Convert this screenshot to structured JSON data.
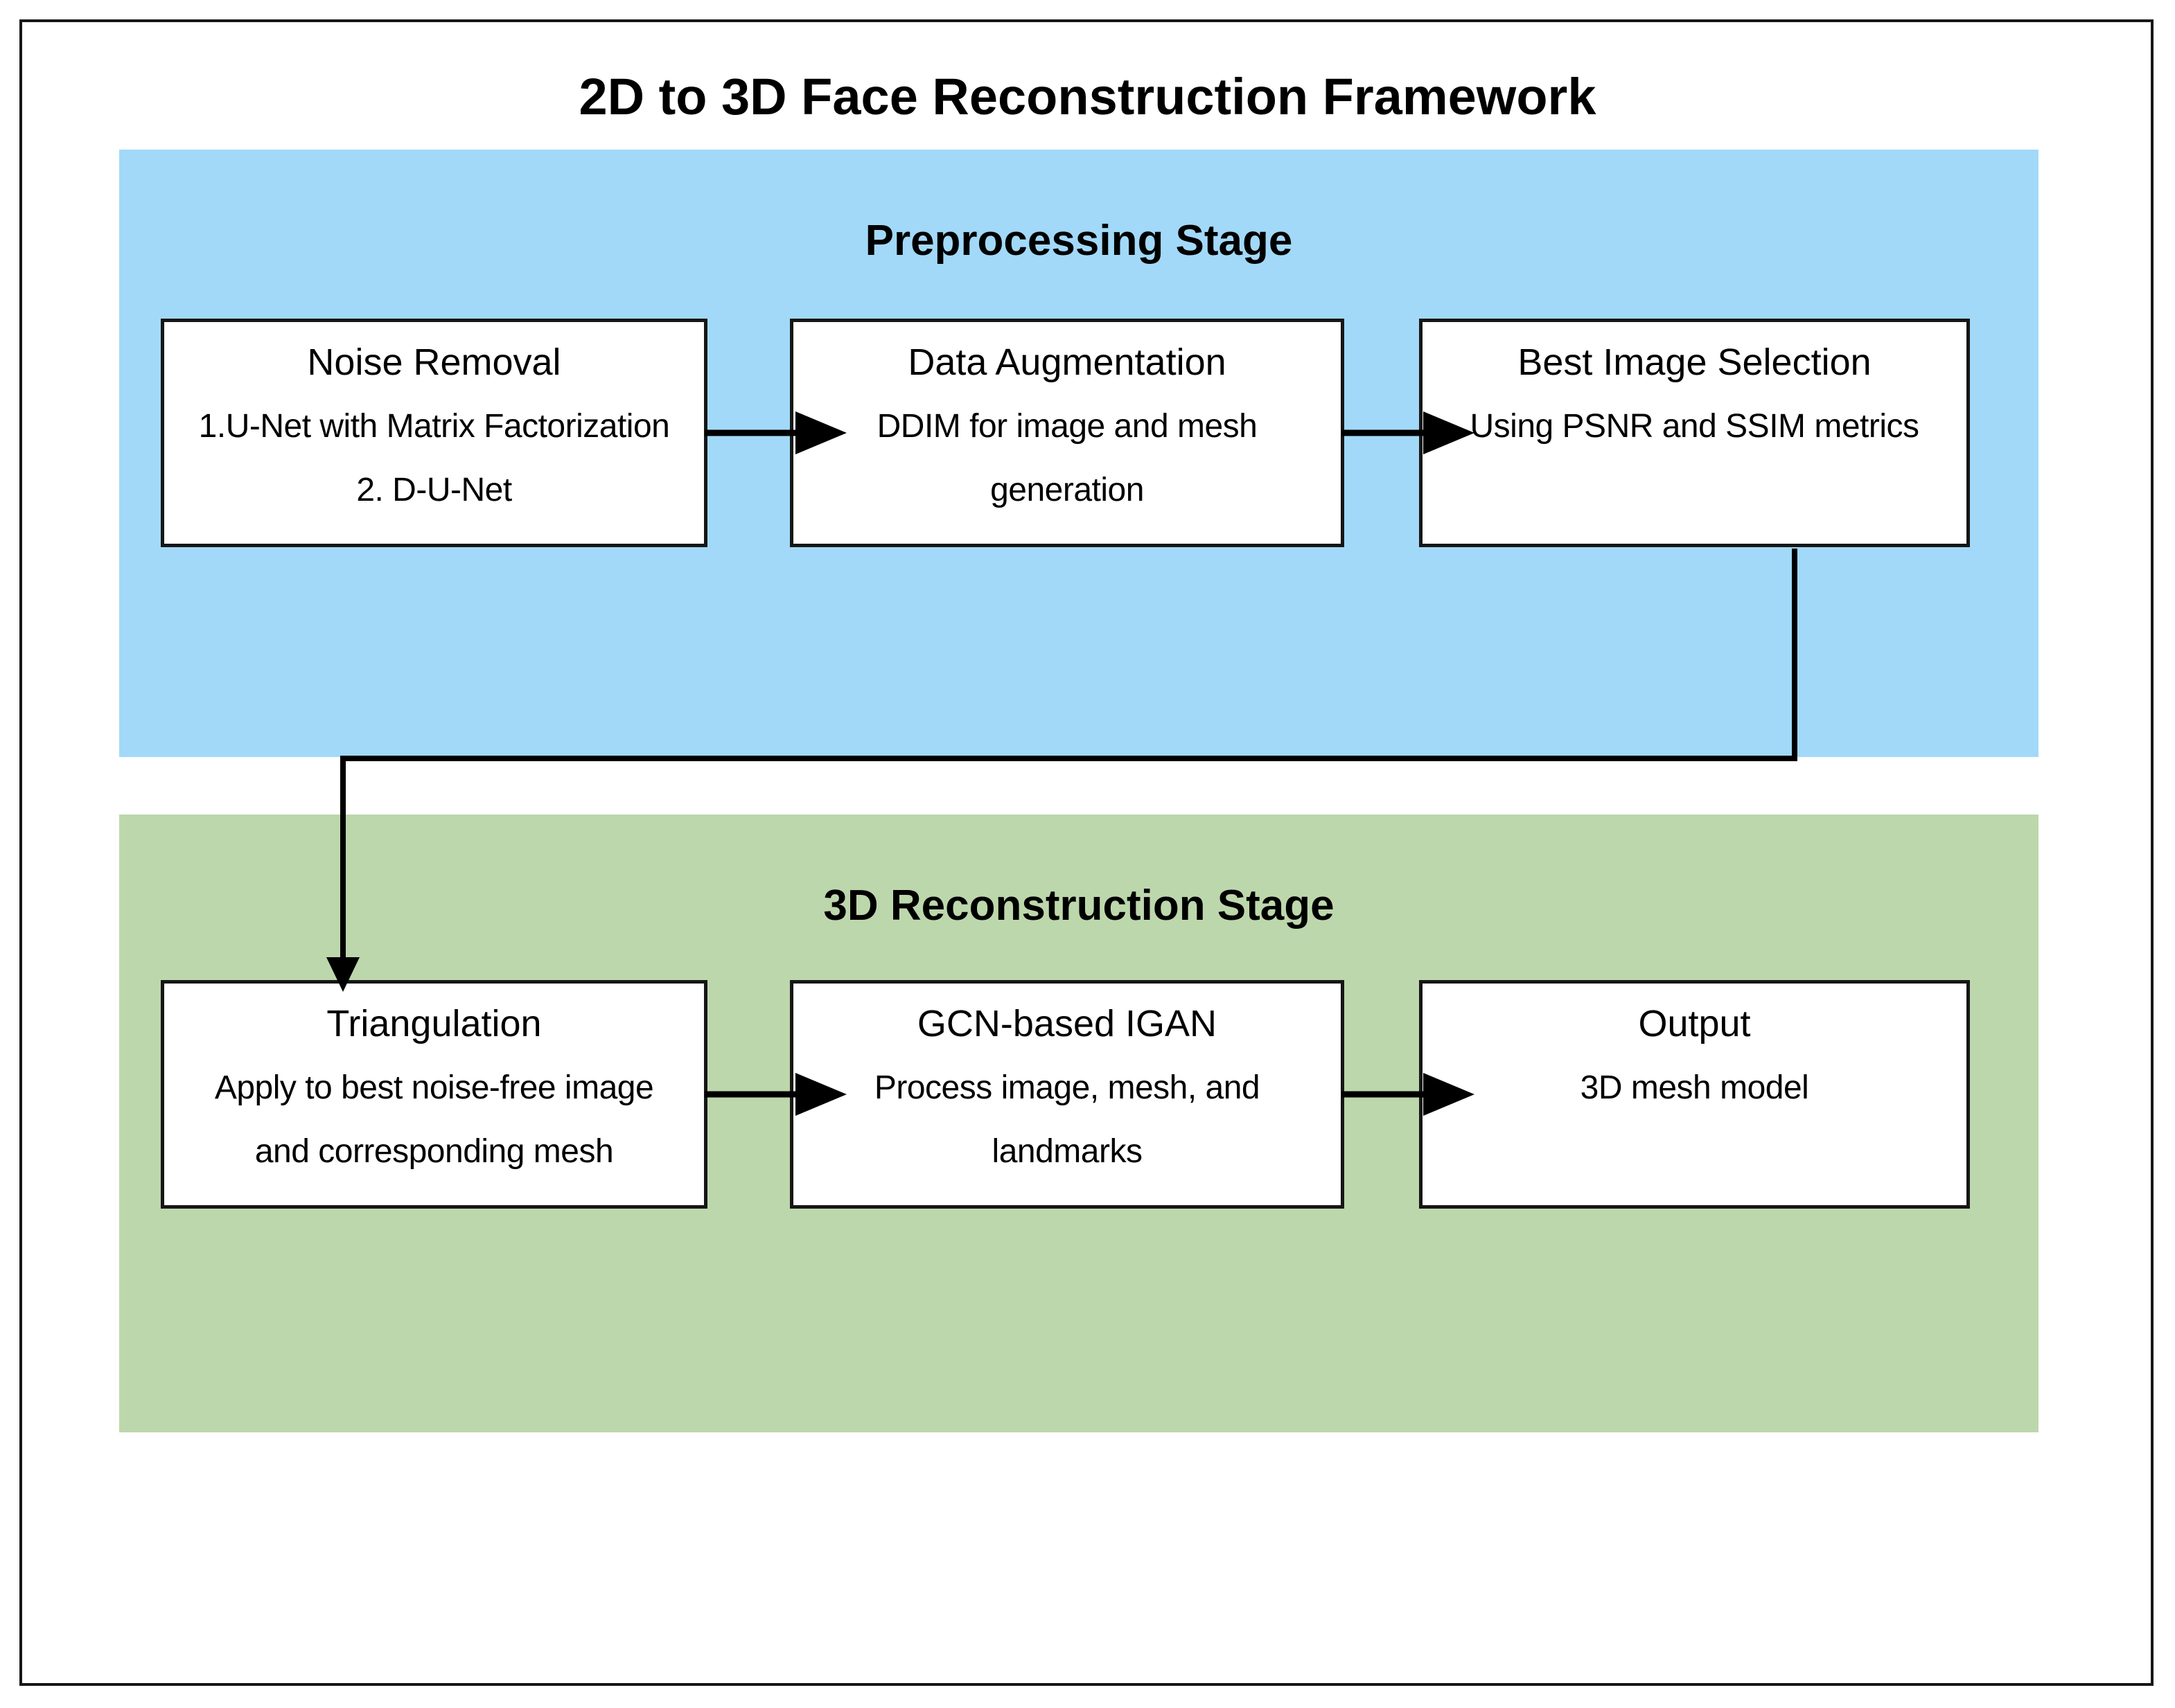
{
  "title": "2D to 3D Face Reconstruction Framework",
  "colors": {
    "frame_border": "#161616",
    "box_border": "#161616",
    "box_fill": "#FFFFFF",
    "connector": "#000000",
    "page_background": "#FFFFFF"
  },
  "stages": {
    "preprocessing": {
      "label": "Preprocessing Stage",
      "color": "#A2D9F8",
      "boxes": [
        {
          "heading": "Noise Removal",
          "line1": "1.U-Net with Matrix Factorization",
          "line2": "2. D-U-Net"
        },
        {
          "heading": "Data Augmentation",
          "line1": "DDIM for image and mesh",
          "line2": "generation"
        },
        {
          "heading": "Best Image Selection",
          "line1": "Using PSNR and SSIM metrics",
          "line2": ""
        }
      ]
    },
    "reconstruction": {
      "label": "3D Reconstruction Stage",
      "color": "#BDD7AC",
      "boxes": [
        {
          "heading": "Triangulation",
          "line1": "Apply to best noise-free image",
          "line2": "and corresponding mesh"
        },
        {
          "heading": "GCN-based IGAN",
          "line1": "Process image, mesh, and",
          "line2": "landmarks"
        },
        {
          "heading": "Output",
          "line1": "3D mesh model",
          "line2": ""
        }
      ]
    }
  }
}
